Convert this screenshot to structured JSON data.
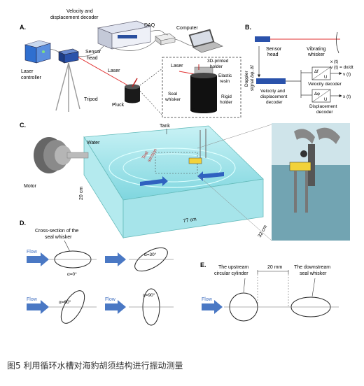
{
  "panel_a": {
    "label": "A.",
    "decoder_label_1": "Velocity and",
    "decoder_label_2": "displacement decoder",
    "daq": "DAQ",
    "computer": "Computer",
    "sensor_head_1": "Sensor",
    "sensor_head_2": "head",
    "laser_controller_1": "Laser",
    "laser_controller_2": "controller",
    "laser": "Laser",
    "tripod": "Tripod",
    "pluck": "Pluck",
    "inset_laser": "Laser",
    "inset_holder_1": "3D-printed",
    "inset_holder_2": "holder",
    "inset_resin_1": "Elastic",
    "inset_resin_2": "resin",
    "inset_seal_1": "Seal",
    "inset_seal_2": "whisker",
    "inset_rigid_1": "Rigid",
    "inset_rigid_2": "holder"
  },
  "panel_b": {
    "label": "B.",
    "sensor_head_1": "Sensor",
    "sensor_head_2": "head",
    "vibrating_1": "Vibrating",
    "vibrating_2": "whisker",
    "doppler_1": "Doppler",
    "doppler_2": "signal Δφ, Δf",
    "xt": "x (t)",
    "vt": "v (t) = dx/dt",
    "decoder_1": "Velocity and",
    "decoder_2": "displacement",
    "decoder_3": "decoder",
    "df": "Δf",
    "u1": "U",
    "vout": "v (t)",
    "velocity_decoder": "Velocity decoder",
    "dphi": "Δφ",
    "u2": "U",
    "xout": "x (t)",
    "displacement_decoder_1": "Displacement",
    "displacement_decoder_2": "decoder"
  },
  "panel_c": {
    "label": "C.",
    "tank": "Tank",
    "water": "Water",
    "motor": "Motor",
    "test_section_1": "Test",
    "test_section_2": "section",
    "height": "20 cm",
    "length": "77 cm",
    "width": "32 cm"
  },
  "panel_d": {
    "label": "D.",
    "cross_section_1": "Cross-section of the",
    "cross_section_2": "seal whisker",
    "flow": "Flow",
    "alpha0": "α=0°",
    "alpha30": "α=30°",
    "alpha60": "α=60°",
    "alpha90": "α=90°"
  },
  "panel_e": {
    "label": "E.",
    "upstream_1": "The upstream",
    "upstream_2": "circular cylinder",
    "distance": "20 mm",
    "downstream_1": "The downstream",
    "downstream_2": "seal whisker",
    "flow": "Flow"
  },
  "caption": "图5 利用循环水槽对海豹胡须结构进行振动测量",
  "colors": {
    "flow_arrow": "#4a78c4",
    "water": "#9fe3ea",
    "laser": "#e03030",
    "device": "#2a4f9e"
  }
}
